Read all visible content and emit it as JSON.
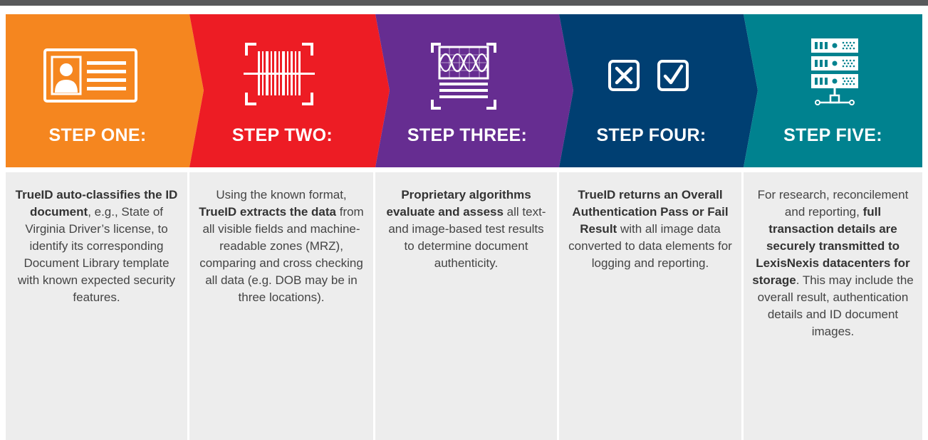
{
  "steps": [
    {
      "title": "STEP ONE:",
      "color": "#f5861f",
      "icon": "id-card-icon",
      "desc": [
        {
          "t": "TrueID auto-classifies the ID document",
          "b": true
        },
        {
          "t": ", e.g., State of Virginia Driver’s license, to identify its corresponding Document Library template with known expected security features.",
          "b": false
        }
      ]
    },
    {
      "title": "STEP TWO:",
      "color": "#ed1c24",
      "icon": "barcode-scan-icon",
      "desc": [
        {
          "t": "Using the known format, ",
          "b": false
        },
        {
          "t": "TrueID extracts the data",
          "b": true
        },
        {
          "t": " from all visible fields and machine-readable zones (MRZ), comparing and cross checking all data (e.g. DOB may be in three locations).",
          "b": false
        }
      ]
    },
    {
      "title": "STEP THREE:",
      "color": "#662d91",
      "icon": "waveform-monitor-icon",
      "desc": [
        {
          "t": "Proprietary algorithms evaluate and assess",
          "b": true
        },
        {
          "t": " all text- and image-based test results to determine document authenticity.",
          "b": false
        }
      ]
    },
    {
      "title": "STEP FOUR:",
      "color": "#003f72",
      "icon": "fail-pass-icon",
      "desc": [
        {
          "t": "TrueID returns an Overall Authentication Pass or Fail Result",
          "b": true
        },
        {
          "t": " with all image data converted to data elements for logging and reporting.",
          "b": false
        }
      ]
    },
    {
      "title": "STEP FIVE:",
      "color": "#00828f",
      "icon": "server-rack-icon",
      "desc": [
        {
          "t": "For research, reconcilement and reporting, ",
          "b": false
        },
        {
          "t": "full transaction details are securely transmitted to LexisNexis datacenters for storage",
          "b": true
        },
        {
          "t": ". This may include the overall result, authentication details and ID document images.",
          "b": false
        }
      ]
    }
  ]
}
